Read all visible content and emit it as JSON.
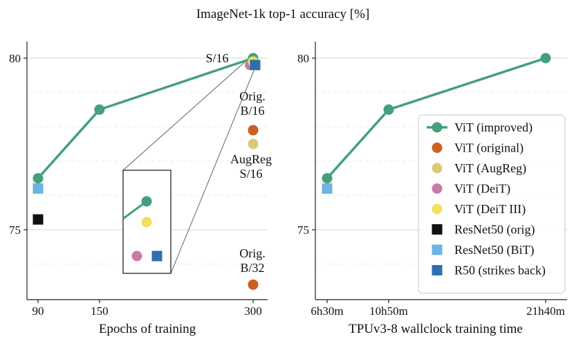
{
  "figure_title": "ImageNet-1k top-1 accuracy [%]",
  "colors": {
    "vit_improved": "#44a07a",
    "vit_original": "#cc5f22",
    "vit_augreg": "#dcc87a",
    "vit_deit": "#c97aa8",
    "vit_deit3": "#f0e25e",
    "resnet50_orig": "#111111",
    "resnet50_bit": "#6db3e3",
    "r50_strikes_back": "#2f6fae",
    "grid": "#dcdcdc",
    "axis": "#222222"
  },
  "chart_data": [
    {
      "type": "scatter",
      "xlabel": "Epochs of training",
      "ylabel": "",
      "ylim": [
        73,
        80.5
      ],
      "x_ticks": [
        90,
        150,
        300
      ],
      "y_ticks": [
        75,
        80
      ],
      "grid": "horizontal",
      "series": [
        {
          "name": "ViT (improved)",
          "key": "vit_improved",
          "marker": "circle",
          "line": true,
          "points": [
            [
              90,
              76.5
            ],
            [
              150,
              78.5
            ],
            [
              300,
              80.0
            ]
          ]
        },
        {
          "name": "ViT (original)",
          "key": "vit_original",
          "marker": "circle",
          "points": [
            [
              300,
              77.9
            ],
            [
              300,
              73.4
            ]
          ]
        },
        {
          "name": "ViT (AugReg)",
          "key": "vit_augreg",
          "marker": "circle",
          "points": [
            [
              300,
              77.5
            ]
          ]
        },
        {
          "name": "ViT (DeiT)",
          "key": "vit_deit",
          "marker": "circle",
          "points": [
            [
              297,
              79.8
            ]
          ]
        },
        {
          "name": "ViT (DeiT III)",
          "key": "vit_deit3",
          "marker": "circle",
          "points": [
            [
              300,
              79.9
            ]
          ]
        },
        {
          "name": "ResNet50 (orig)",
          "key": "resnet50_orig",
          "marker": "square",
          "points": [
            [
              90,
              75.3
            ]
          ]
        },
        {
          "name": "ResNet50 (BiT)",
          "key": "resnet50_bit",
          "marker": "square",
          "points": [
            [
              90,
              76.2
            ]
          ]
        },
        {
          "name": "R50 (strikes back)",
          "key": "r50_strikes_back",
          "marker": "square",
          "points": [
            [
              302,
              79.8
            ]
          ]
        }
      ],
      "annotations": [
        {
          "lines": [
            "S/16"
          ]
        },
        {
          "lines": [
            "Orig.",
            "B/16"
          ]
        },
        {
          "lines": [
            "AugReg",
            "S/16"
          ]
        },
        {
          "lines": [
            "Orig.",
            "B/32"
          ]
        }
      ],
      "inset": {
        "description_hidden": true
      }
    },
    {
      "type": "line",
      "xlabel": "TPUv3-8 wallclock training time",
      "ylabel": "",
      "ylim": [
        73,
        80.5
      ],
      "x_ticks": [
        "6h30m",
        "10h50m",
        "21h40m"
      ],
      "y_ticks": [
        75,
        80
      ],
      "grid": "horizontal",
      "legend": "center-right",
      "series": [
        {
          "name": "ViT (improved)",
          "key": "vit_improved",
          "marker": "circle",
          "line": true,
          "points": [
            [
              "6h30m",
              76.5
            ],
            [
              "10h50m",
              78.5
            ],
            [
              "21h40m",
              80.0
            ]
          ]
        },
        {
          "name": "ResNet50 (BiT)",
          "key": "resnet50_bit",
          "marker": "square",
          "points": [
            [
              "6h30m",
              76.2
            ]
          ]
        }
      ]
    }
  ],
  "legend": [
    {
      "label": "ViT (improved)",
      "key": "vit_improved",
      "marker": "circle-line"
    },
    {
      "label": "ViT (original)",
      "key": "vit_original",
      "marker": "circle"
    },
    {
      "label": "ViT (AugReg)",
      "key": "vit_augreg",
      "marker": "circle"
    },
    {
      "label": "ViT (DeiT)",
      "key": "vit_deit",
      "marker": "circle"
    },
    {
      "label": "ViT (DeiT III)",
      "key": "vit_deit3",
      "marker": "circle"
    },
    {
      "label": "ResNet50 (orig)",
      "key": "resnet50_orig",
      "marker": "square"
    },
    {
      "label": "ResNet50 (BiT)",
      "key": "resnet50_bit",
      "marker": "square"
    },
    {
      "label": "R50 (strikes back)",
      "key": "r50_strikes_back",
      "marker": "square"
    }
  ]
}
